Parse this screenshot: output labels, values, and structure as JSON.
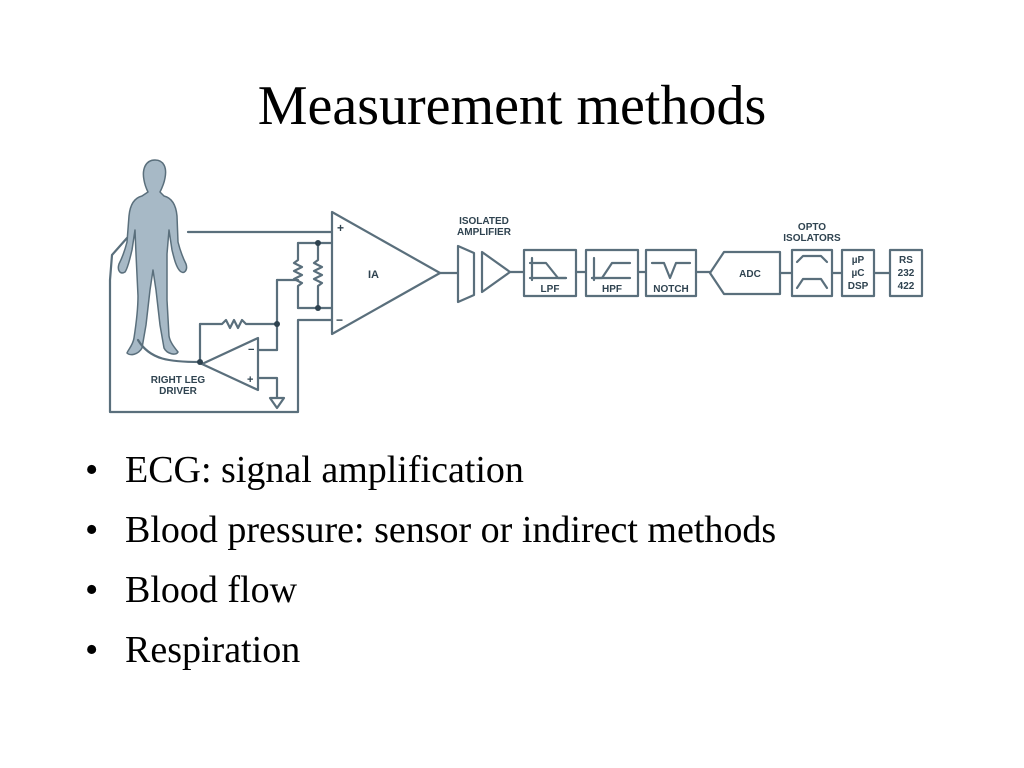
{
  "slide": {
    "title": "Measurement methods"
  },
  "diagram": {
    "labels": {
      "ia": "IA",
      "plus": "+",
      "minus": "−",
      "isolated_amplifier_1": "ISOLATED",
      "isolated_amplifier_2": "AMPLIFIER",
      "lpf": "LPF",
      "hpf": "HPF",
      "notch": "NOTCH",
      "adc": "ADC",
      "opto_1": "OPTO",
      "opto_2": "ISOLATORS",
      "up": "µP",
      "uc": "µC",
      "dsp": "DSP",
      "rs": "RS",
      "rs_232": "232",
      "rs_422": "422",
      "rld_1": "RIGHT LEG",
      "rld_2": "DRIVER",
      "rld_minus": "−",
      "rld_plus": "+"
    },
    "colors": {
      "line": "#5a6f7c",
      "figure_fill": "#a7b9c6",
      "block_fill": "#ffffff",
      "text": "#2f4350"
    }
  },
  "bullets": [
    "ECG: signal amplification",
    "Blood pressure: sensor or indirect methods",
    "Blood flow",
    "Respiration"
  ],
  "bullet_glyph": "•"
}
